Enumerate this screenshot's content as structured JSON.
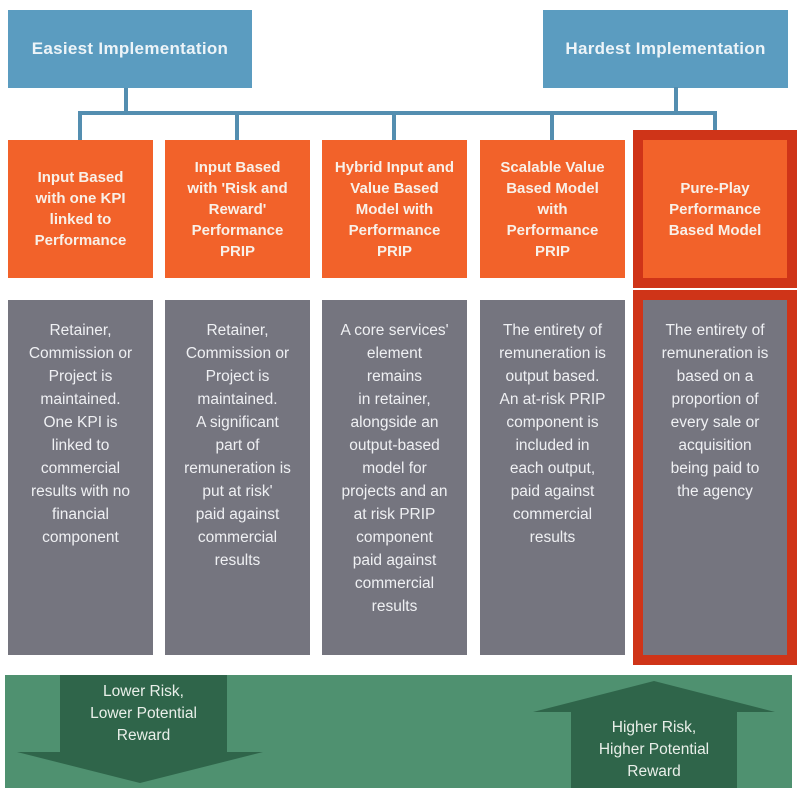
{
  "header": {
    "easiest": "Easiest Implementation",
    "hardest": "Hardest Implementation"
  },
  "columns": [
    {
      "title": "Input Based\nwith one KPI\nlinked to\nPerformance",
      "description": "Retainer,\nCommission or\nProject is\nmaintained.\nOne KPI is\nlinked to\ncommercial\nresults with no\nfinancial\ncomponent",
      "highlighted": false
    },
    {
      "title": "Input Based\nwith 'Risk and\nReward'\nPerformance\nPRIP",
      "description": "Retainer,\nCommission or\nProject is\nmaintained.\nA significant\npart of\nremuneration is\nput at risk'\npaid against\ncommercial\nresults",
      "highlighted": false
    },
    {
      "title": "Hybrid Input and\nValue Based\nModel with\nPerformance\nPRIP",
      "description": "A core services'\nelement\nremains\nin retainer,\nalongside an\noutput-based\nmodel for\nprojects and an\nat risk PRIP\ncomponent\npaid against\ncommercial\nresults",
      "highlighted": false
    },
    {
      "title": "Scalable Value\nBased Model\nwith\nPerformance\nPRIP",
      "description": "The entirety of\nremuneration is\noutput based.\nAn at-risk PRIP\ncomponent is\nincluded in\neach output,\npaid against\ncommercial\nresults",
      "highlighted": false
    },
    {
      "title": "Pure-Play\nPerformance\nBased Model",
      "description": "The entirety of\nremuneration is\nbased on a\nproportion of\nevery sale or\nacquisition\nbeing paid to\nthe agency",
      "highlighted": true
    }
  ],
  "footer": {
    "left_arrow": "Lower Risk,\nLower Potential\nReward",
    "right_arrow": "Higher Risk,\nHigher Potential\nReward"
  },
  "colors": {
    "blue": "#5b9cc0",
    "connector": "#548eb0",
    "orange": "#f2622a",
    "highlight_red": "#cf3418",
    "gray": "#75757f",
    "green_light": "#4f9170",
    "green_dark": "#2f654a"
  }
}
